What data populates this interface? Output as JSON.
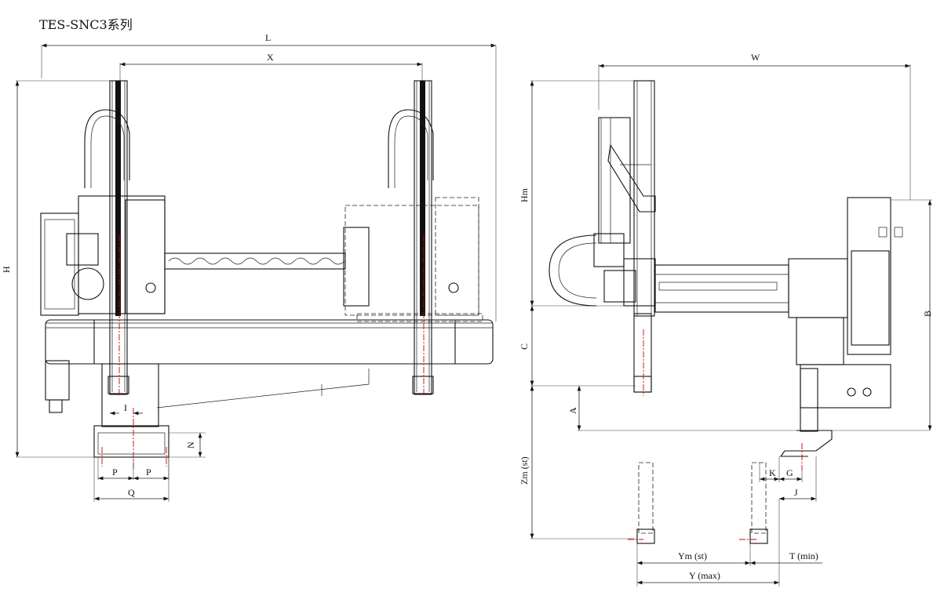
{
  "title": "TES-SNC3系列",
  "front_view": {
    "labels": {
      "L": "L",
      "X": "X",
      "H": "H",
      "I": "I",
      "N": "N",
      "P1": "P",
      "P2": "P",
      "Q": "Q"
    }
  },
  "side_view": {
    "labels": {
      "W": "W",
      "Hm": "Hm",
      "C": "C",
      "A": "A",
      "B": "B",
      "Zm": "Zm (st)",
      "K": "K",
      "G": "G",
      "J": "J",
      "Ym": "Ym (st)",
      "T": "T (min)",
      "Y": "Y (max)"
    }
  },
  "colors": {
    "line": "#111111",
    "centerline": "#d00000",
    "background": "#ffffff"
  }
}
